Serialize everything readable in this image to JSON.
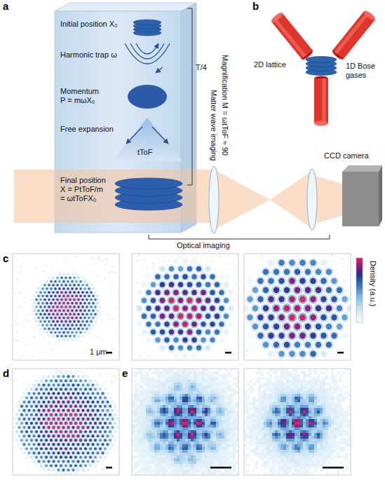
{
  "diagram": {
    "labels": [
      "a",
      "Initial position X₀",
      "Harmonic trap ω",
      "T/4",
      "Momentum P = mωX₀",
      "Free expansion",
      "tToF",
      "Final position X = PtToF/m = ωtToFX₀",
      "Matter wave imaging",
      "Magnification M = ωtToF ≈ 90",
      "b",
      "2D lattice",
      "1D Bose gases",
      "CCD camera",
      "Optical imaging",
      "c",
      "1 μm",
      "Density (a.u.)",
      "d",
      "e"
    ]
  }
}
